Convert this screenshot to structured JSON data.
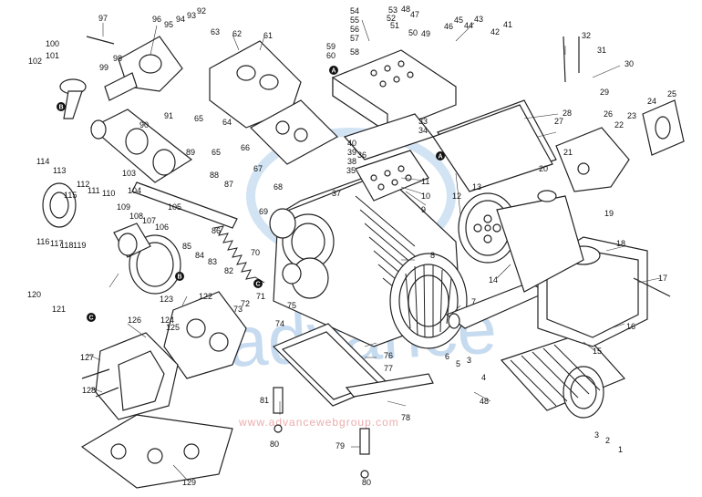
{
  "watermark": {
    "brand": "advance",
    "url": "www.advancewebgroup.com"
  },
  "section_markers": [
    "A",
    "B",
    "C"
  ],
  "callouts": {
    "n1": "1",
    "n2": "2",
    "n3": "3",
    "n3b": "3",
    "n4": "4",
    "n5": "5",
    "n6": "6",
    "n7": "7",
    "n8": "8",
    "n9": "9",
    "n10": "10",
    "n11": "11",
    "n12": "12",
    "n13": "13",
    "n14": "14",
    "n15": "15",
    "n16": "16",
    "n17": "17",
    "n18": "18",
    "n19": "19",
    "n20": "20",
    "n21": "21",
    "n22": "22",
    "n23": "23",
    "n24": "24",
    "n25": "25",
    "n26": "26",
    "n27": "27",
    "n28": "28",
    "n29": "29",
    "n30": "30",
    "n31": "31",
    "n32": "32",
    "n33": "33",
    "n34": "34",
    "n35": "35",
    "n36": "36",
    "n37": "37",
    "n38": "38",
    "n39": "39",
    "n40": "40",
    "n41": "41",
    "n42": "42",
    "n43": "43",
    "n44": "44",
    "n45": "45",
    "n46": "46",
    "n47": "47",
    "n48": "48",
    "n48b": "48",
    "n49": "49",
    "n50": "50",
    "n51": "51",
    "n52": "52",
    "n53": "53",
    "n54": "54",
    "n55": "55",
    "n56": "56",
    "n57": "57",
    "n58": "58",
    "n59": "59",
    "n60": "60",
    "n61": "61",
    "n62": "62",
    "n63": "63",
    "n64": "64",
    "n65": "65",
    "n65b": "65",
    "n66": "66",
    "n67": "67",
    "n68": "68",
    "n69": "69",
    "n70": "70",
    "n71": "71",
    "n72": "72",
    "n73": "73",
    "n74": "74",
    "n75": "75",
    "n76": "76",
    "n77": "77",
    "n78": "78",
    "n79": "79",
    "n80": "80",
    "n80b": "80",
    "n81": "81",
    "n82": "82",
    "n83": "83",
    "n84": "84",
    "n85": "85",
    "n86": "86",
    "n87": "87",
    "n88": "88",
    "n89": "89",
    "n90": "90",
    "n91": "91",
    "n92": "92",
    "n93": "93",
    "n94": "94",
    "n95": "95",
    "n96": "96",
    "n97": "97",
    "n98": "98",
    "n99": "99",
    "n100": "100",
    "n101": "101",
    "n102": "102",
    "n103": "103",
    "n104": "104",
    "n105": "105",
    "n106": "106",
    "n107": "107",
    "n108": "108",
    "n109": "109",
    "n110": "110",
    "n111": "111",
    "n112": "112",
    "n113": "113",
    "n114": "114",
    "n115": "115",
    "n116": "116",
    "n117": "117",
    "n118": "118",
    "n119": "119",
    "n120": "120",
    "n121": "121",
    "n122": "122",
    "n123": "123",
    "n124": "124",
    "n125": "125",
    "n126": "126",
    "n127": "127",
    "n128": "128",
    "n129": "129"
  }
}
